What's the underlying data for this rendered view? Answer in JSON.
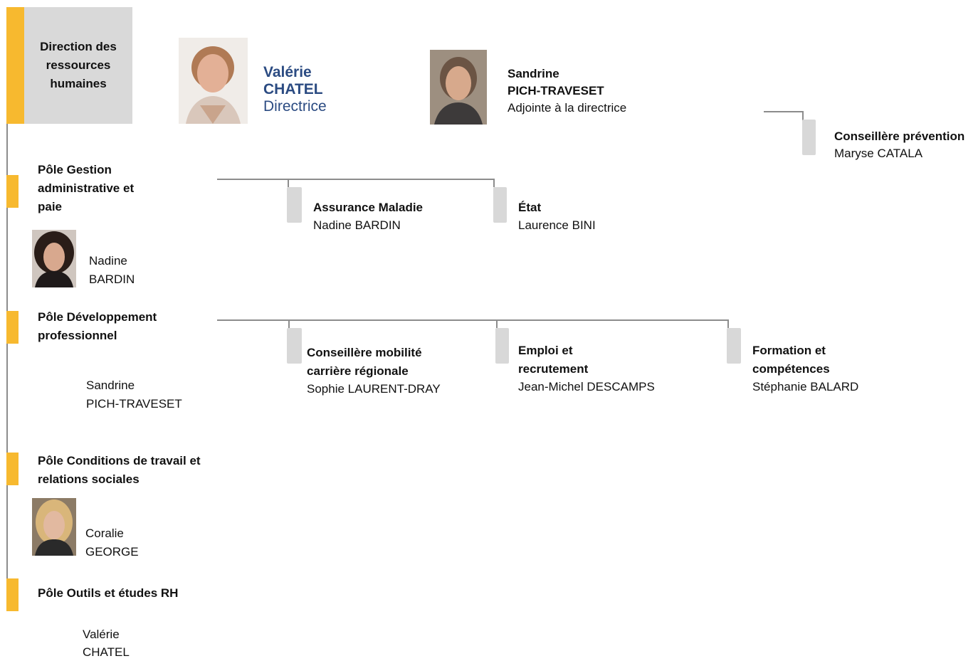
{
  "header": {
    "department": "Direction des ressources humaines",
    "director": {
      "first": "Valérie",
      "last": "CHATEL",
      "title": "Directrice"
    },
    "deputy": {
      "first": "Sandrine",
      "last": "PICH-TRAVESET",
      "title": "Adjointe à la directrice"
    },
    "prevention": {
      "role": "Conseillère prévention",
      "name": "Maryse CATALA"
    }
  },
  "poles": [
    {
      "title": "Pôle Gestion administrative et paie",
      "head_first": "Nadine",
      "head_last": "BARDIN",
      "units": [
        {
          "role": "Assurance Maladie",
          "name": "Nadine BARDIN"
        },
        {
          "role": "État",
          "name": "Laurence BINI"
        }
      ]
    },
    {
      "title": "Pôle Développement professionnel",
      "head_first": "Sandrine",
      "head_last": "PICH-TRAVESET",
      "units": [
        {
          "role": "Conseillère mobilité carrière régionale",
          "name": "Sophie LAURENT-DRAY"
        },
        {
          "role": "Emploi et recrutement",
          "name": "Jean-Michel DESCAMPS"
        },
        {
          "role": "Formation et compétences",
          "name": "Stéphanie BALARD"
        }
      ]
    },
    {
      "title": "Pôle Conditions de travail et relations sociales",
      "head_first": "Coralie",
      "head_last": "GEORGE",
      "units": []
    },
    {
      "title": "Pôle Outils et études RH",
      "head_first": "Valérie",
      "head_last": "CHATEL",
      "units": []
    }
  ],
  "colors": {
    "accent": "#f7b92f",
    "box": "#d9d9d9",
    "line": "#8c8c8c",
    "name_blue": "#2b4b82"
  }
}
